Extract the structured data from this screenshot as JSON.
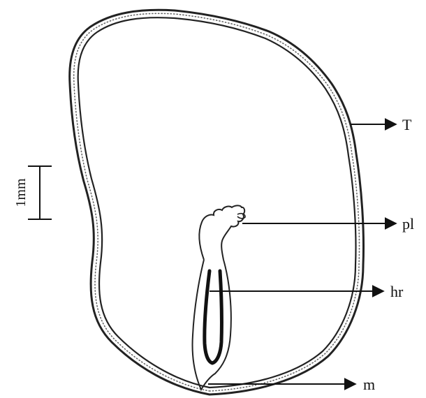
{
  "scale_bar": {
    "label": "1mm"
  },
  "labels": {
    "testa": "T",
    "plumule": "pl",
    "hypocotyl_radicle": "hr",
    "micropyle": "m"
  }
}
